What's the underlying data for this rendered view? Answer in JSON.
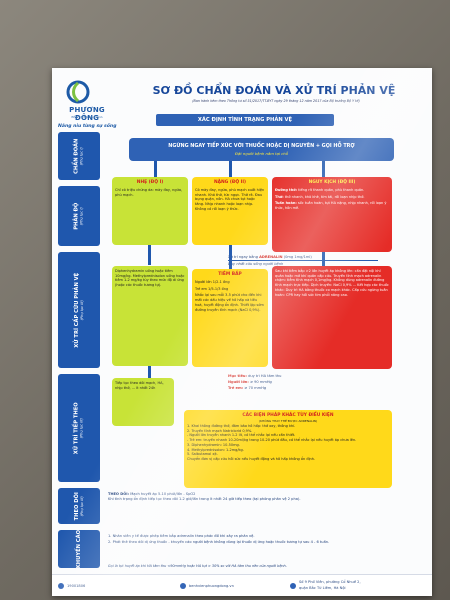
{
  "brand": {
    "name": "PHƯƠNG ĐÔNG",
    "sub": "BỆNH VIỆN ĐA KHOA",
    "slogan": "Nâng niu từng sự sống"
  },
  "title": "SƠ ĐỒ CHẨN ĐOÁN VÀ XỬ TRÍ PHẢN VỆ",
  "subtitle": "(Ban hành kèm theo Thông tư số 51/2017/TT-BYT ngày 29 tháng 12 năm 2017 của Bộ trưởng Bộ Y tế)",
  "determine": "XÁC ĐỊNH TÌNH TRẠNG PHẢN VỆ",
  "sections": [
    {
      "label": "CHẨN ĐOÁN",
      "sub": "(Phụ lục I)"
    },
    {
      "label": "PHÂN ĐỘ",
      "sub": "(Phụ lục I)"
    },
    {
      "label": "XỬ TRÍ CẤP CỨU PHẢN VỆ",
      "sub": "(Phụ lục III)"
    },
    {
      "label": "XỬ TRÍ TIẾP THEO",
      "sub": "(Phụ lục III)"
    },
    {
      "label": "THEO DÕI",
      "sub": "(Phụ lục III)"
    },
    {
      "label": "KHUYẾN CÁO",
      "sub": ""
    }
  ],
  "stop": {
    "main": "NGỪNG NGAY TIẾP XÚC VỚI THUỐC HOẶC DỊ NGUYÊN + GỌI HỖ TRỢ",
    "sub": "Đặt người bệnh nằm tại chỗ"
  },
  "grade": {
    "mild": {
      "title": "NHẸ (ĐỘ I)",
      "text": "Chỉ có triệu chứng da: mày đay, ngứa, phù mạch."
    },
    "severe": {
      "title": "NẶNG (ĐỘ II)",
      "text": "Có mày đay, ngứa, phù mạch xuất hiện nhanh. Khó thở, tức ngực. Thở rít. Đau bụng quặn, nôn. HA chưa tụt hoặc tăng. Nhịp nhanh hoặc loạn nhịp. Không có rối loạn ý thức."
    },
    "critical": {
      "title": "NGUY KỊCH (ĐỘ III)",
      "items": [
        {
          "k": "Đường thở:",
          "v": "tiếng rít thanh quản, phù thanh quản."
        },
        {
          "k": "Thở:",
          "v": "thở nhanh, khò khè, tím tái, rối loạn nhịp thở."
        },
        {
          "k": "Tuần hoàn:",
          "v": "sốc tuần hoàn, tụt HA nặng, nhịp nhanh, rối loạn ý thức, hôn mê."
        }
      ]
    }
  },
  "adrenaline_note": {
    "prefix": "Xử trí ngay bằng",
    "drug": "ADRENALIN",
    "dose": "(0mg 1mg/1ml)",
    "line2": "Duy nhất cứu sống người bệnh"
  },
  "treat": {
    "mild": "Diphenhydramin uống hoặc tiêm 10mg/kg. Methylprednisolon uống hoặc tiêm 1-2 mg/kg tùy theo mức độ di ứng (hoặc các thuốc tương tự).",
    "im": {
      "title": "TIÊM BẮP",
      "lines": [
        "Người lớn 1/2-1 ống",
        "Trẻ em 1/5-1/3 ống",
        "Nhắc lại sau mỗi 3-5 phút cho đến khi mất các dấu hiệu về hô hấp và tiêu hoá, huyết động ổn định. Thiết lập sớm đường truyền tĩnh mạch (NaCl 0,9%)."
      ]
    },
    "critical": "Sau khi tiêm bắp >2 lần huyết áp không lên: cần đặt nội khí quản hoặc mở khí quản cấp cứu. Truyền tĩnh mạch adrenalin chậm: tiêm tĩnh mạch 0,1mg/kg. Không dùng adrenalin đường tĩnh mạch trực tiếp. Dịch truyền: NaCl 0,9% ... Kết hợp các thuốc khác: Duy trì HA bằng thuốc co mạch khác. Cấp cứu ngừng tuần hoàn: CPR hay hồi sức tim phổi nâng cao."
  },
  "target": {
    "head": "Mục tiêu:",
    "head_val": "duy trì HA tâm thu",
    "adult": "Người lớn:",
    "adult_val": "≥ 90 mmHg",
    "child": "Trẻ em:",
    "child_val": "≥ 70 mmHg"
  },
  "follow_left": "Tiếp tục theo dõi mạch, HA, nhịp thở, ... ít nhất 24h",
  "measures": {
    "title": "CÁC BIỆN PHÁP KHÁC TÙY ĐIỀU KIỆN",
    "sub": "(KHÔNG THAY THẾ ĐƯỢC ADRENALIN)",
    "items": [
      "1. Khai thông đường thở, đảm bảo hô hấp: thở oxy, thông khí.",
      "2. Truyền tĩnh mạch Natriclorid 0,9%.",
      "- Người lớn truyền nhanh 1-2 lít, có thể nhắc lại nếu cần thiết.",
      "- Trẻ em: truyền nhanh 10-20ml/kg trong 10-20 phút đầu, có thể nhắc lại nếu huyết áp chưa lên.",
      "3. Diphenhydramin: 10-50mg.",
      "4. Methylprednisolon: 1-2mg/kg.",
      "5. Salbutamol xịt.",
      "Chuyển đơn vị cấp cứu hồi sức nếu huyết động và hô hấp không ổn định."
    ]
  },
  "monitor": {
    "label": "THEO DÕI:",
    "text": "Mạch huyết áp 5-10 phút/lần - SpO2",
    "text2": "Khi tình trạng ổn định tiếp tục theo dõi 1-2 giờ/lần trong ít nhất 24 giờ tiếp theo (tại phòng phản vệ 2 pha)."
  },
  "advice": [
    "1. Nhân viên y tế được phép tiêm bắp adrenalin theo phác đồ khi xảy ra phản vệ.",
    "2. Phát thẻ theo dõi dị ứng thuốc - khuyến cáo người bệnh không dùng lại thuốc dị ứng hoặc thuốc tương tự sau 4 - 6 tuần."
  ],
  "bottom_note": "Gọi là tụt huyết áp khi HA tâm thu <90mmHg hoặc HA tụt > 30% so với HA tâm thu nền của người bệnh.",
  "footer": {
    "hotline": "19001806",
    "web": "benhvienphuongdong.vn",
    "addr1": "Số 9 Phố Viên, phường Cổ Nhuế 2,",
    "addr2": "quận Bắc Từ Liêm, Hà Nội"
  },
  "colors": {
    "blue": "#2f62b5",
    "green": "#c8e337",
    "yellow": "#ffd91a",
    "red": "#e52c27"
  }
}
